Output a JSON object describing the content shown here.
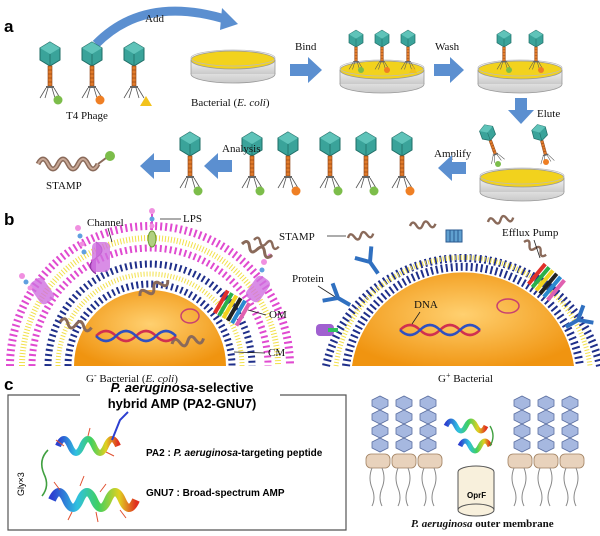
{
  "panels": {
    "a": "a",
    "b": "b",
    "c": "c"
  },
  "panel_a": {
    "add": "Add",
    "phage_label": "T4 Phage",
    "bacterial_prefix": "Bacterial (",
    "bacterial_species": "E. coli",
    "bacterial_suffix": ")",
    "bind": "Bind",
    "wash": "Wash",
    "elute": "Elute",
    "amplify": "Amplify",
    "analysis": "Analysis",
    "stamp": "STAMP"
  },
  "panel_b": {
    "channel": "Channel",
    "lps": "LPS",
    "stamp": "STAMP",
    "efflux_pump": "Efflux Pump",
    "protein": "Protein",
    "dna": "DNA",
    "om": "OM",
    "cm": "CM",
    "gram_neg_prefix": "G",
    "gram_neg_sup": "-",
    "gram_neg_mid": " Bacterial (",
    "gram_neg_species": "E. coli",
    "gram_neg_suffix": ")",
    "gram_pos_prefix": "G",
    "gram_pos_sup": "+",
    "gram_pos_suffix": " Bacterial"
  },
  "panel_c": {
    "title_species": "P. aeruginosa",
    "title_rest": "-selective",
    "title_line2": "hybrid AMP (PA2-GNU7)",
    "linker": "Gly×3",
    "pa2_prefix": "PA2 : ",
    "pa2_species": "P. aeruginosa",
    "pa2_rest": "-targeting  peptide",
    "gnu7": "GNU7 : Broad-spectrum  AMP",
    "oprf": "OprF",
    "membrane_species": "P. aeruginosa",
    "membrane_rest": " outer membrane"
  },
  "colors": {
    "arrow": "#5b8fd0",
    "dish_fill": "#f2d21d",
    "phage_head": "#3aa39a",
    "phage_tail": "#e07a2a",
    "ball_green": "#7cbd4a",
    "ball_orange": "#ef7f24",
    "ball_yellow": "#f2c21c",
    "cell_orange": "#f6a21a",
    "om_magenta": "#e04ad0",
    "cm_navy": "#1f2f8a"
  }
}
